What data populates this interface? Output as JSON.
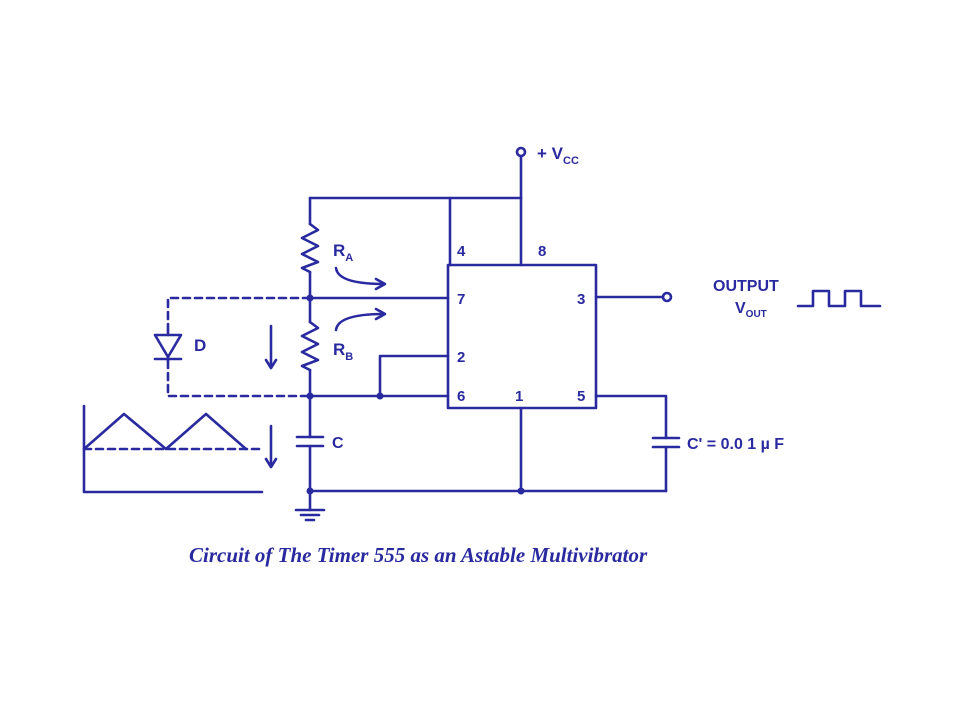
{
  "diagram": {
    "caption": "Circuit of The Timer 555 as an Astable Multivibrator",
    "supply": {
      "prefix": "+ V",
      "sub": "CC"
    },
    "resistor_a": {
      "main": "R",
      "sub": "A"
    },
    "resistor_b": {
      "main": "R",
      "sub": "B"
    },
    "diode": "D",
    "capacitor": "C",
    "control_capacitor": "C' = 0.0 1 µ F",
    "output_label": "OUTPUT",
    "vout": {
      "main": "V",
      "sub": "OUT"
    },
    "pins": {
      "p4": "4",
      "p8": "8",
      "p7": "7",
      "p3": "3",
      "p2": "2",
      "p6": "6",
      "p1": "1",
      "p5": "5"
    }
  },
  "colors": {
    "ink": "#2a2aa0",
    "background": "#ffffff"
  }
}
